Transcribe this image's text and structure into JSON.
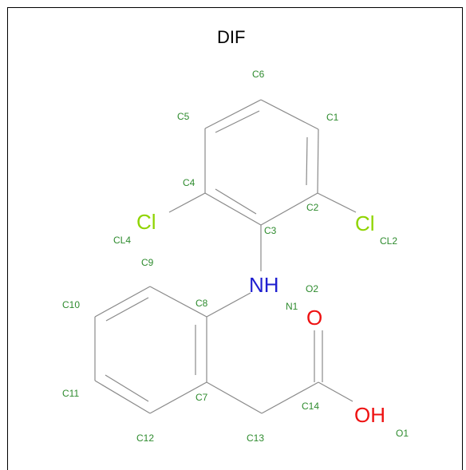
{
  "title": "DIF",
  "colors": {
    "bond": "#8a8a8a",
    "atom_label": "#2e8b2e",
    "chlorine": "#8fd400",
    "nitrogen": "#1f1fd0",
    "oxygen": "#ee1111",
    "frame": "#000000"
  },
  "element_labels": {
    "cl_left": "Cl",
    "cl_right": "Cl",
    "nh": "NH",
    "o_double": "O",
    "oh": "OH"
  },
  "atom_labels": {
    "c1": "C1",
    "c2": "C2",
    "c3": "C3",
    "c4": "C4",
    "c5": "C5",
    "c6": "C6",
    "c7": "C7",
    "c8": "C8",
    "c9": "C9",
    "c10": "C10",
    "c11": "C11",
    "c12": "C12",
    "c13": "C13",
    "c14": "C14",
    "cl2": "CL2",
    "cl4": "CL4",
    "n1": "N1",
    "o1": "O1",
    "o2": "O2"
  }
}
